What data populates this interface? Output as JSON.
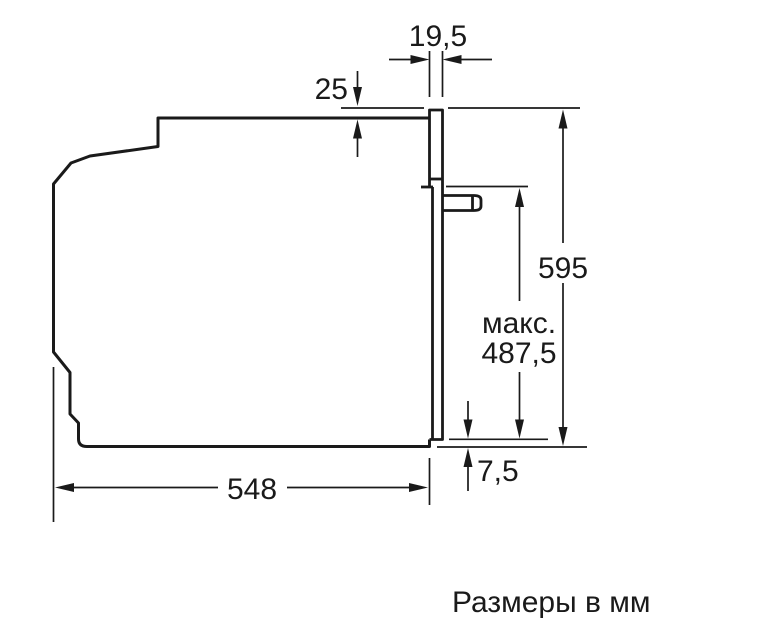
{
  "diagram": {
    "caption": "Размеры в мм",
    "line_color": "#1a1a1a",
    "background_color": "#ffffff",
    "dimensions": {
      "front_panel_thickness": {
        "value": "19,5"
      },
      "top_overhang": {
        "value": "25"
      },
      "total_height": {
        "value": "595"
      },
      "door_max": {
        "label": "макс.",
        "value": "487,5"
      },
      "bottom_offset": {
        "value": "7,5"
      },
      "body_depth": {
        "value": "548"
      }
    }
  }
}
